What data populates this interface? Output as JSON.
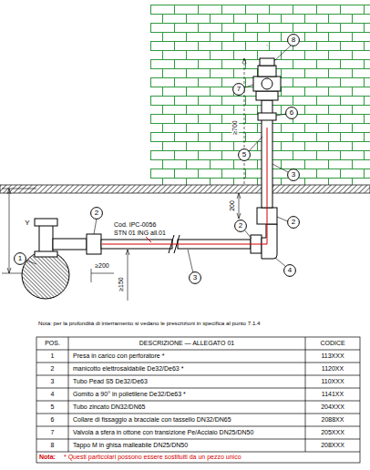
{
  "diagram": {
    "nodes": [
      {
        "text": [
          "8"
        ]
      },
      {
        "text": [
          "7"
        ]
      },
      {
        "text": [
          "6"
        ]
      },
      {
        "text": [
          "5"
        ]
      },
      {
        "text": [
          "3"
        ]
      },
      {
        "text": [
          "2"
        ]
      },
      {
        "text": [
          "2"
        ]
      },
      {
        "text": [
          "2"
        ]
      },
      {
        "text": [
          "1"
        ]
      },
      {
        "text": [
          "4"
        ]
      },
      {
        "text": [
          "3"
        ]
      }
    ],
    "labels": [
      "Y",
      "≥200",
      "≥150",
      "≥700",
      "200",
      "Cod. IPC-0056",
      "STN 01 ING all.01",
      "Nota: per la profondità di interramento si vedano le prescrizioni in specifica al punto 7.1.4",
      "POS.",
      "DESCRIZIONE — ALLEGATO 01",
      "CODICE",
      "1",
      "Presa in carico con perforatore *",
      "113XXX",
      "2",
      "manicotto elettrosaldabile De32/De63 *",
      "1120XX",
      "3",
      "Tubo Pead S5 De32/De63",
      "110XXX",
      "4",
      "Gomito a 90° in polietilene De32/De63 *",
      "1141XX",
      "5",
      "Tubo zincato DN32/DN65",
      "204XXX",
      "6",
      "Collare di fissaggio a bracciale con tassello DN32/DN65",
      "2088XX",
      "7",
      "Valvola a sfera in ottone con transizione Pe/Acciaio DN25/DN50",
      "205XXX",
      "8",
      "Tappo M in ghisa malleabile DN25/DN50",
      "208XXX",
      "Nota:",
      "* Questi particolari possono essere sostituiti da un pezzo unico"
    ]
  }
}
